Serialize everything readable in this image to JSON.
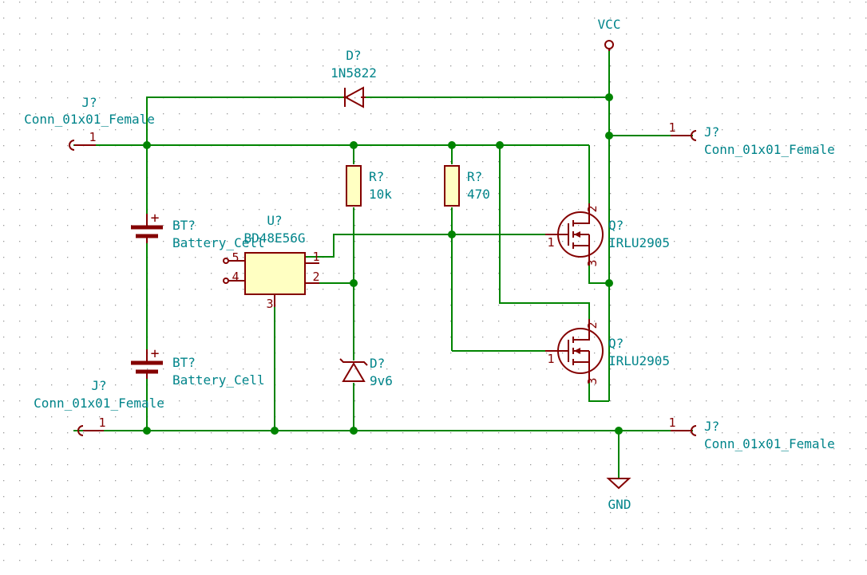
{
  "colors": {
    "background": "#ffffff",
    "grid": "#8a8a8a",
    "wire": "#008400",
    "symbol": "#840000",
    "symbol_fill": "#ffffc2",
    "text": "#00848a"
  },
  "power": {
    "vcc": "VCC",
    "gnd": "GND"
  },
  "connectors": {
    "j_left_top": {
      "ref": "J?",
      "value": "Conn_01x01_Female",
      "pin": "1"
    },
    "j_left_bottom": {
      "ref": "J?",
      "value": "Conn_01x01_Female",
      "pin": "1"
    },
    "j_right_top": {
      "ref": "J?",
      "value": "Conn_01x01_Female",
      "pin": "1"
    },
    "j_right_bottom": {
      "ref": "J?",
      "value": "Conn_01x01_Female",
      "pin": "1"
    }
  },
  "diode_top": {
    "ref": "D?",
    "value": "1N5822"
  },
  "zener": {
    "ref": "D?",
    "value": "9v6"
  },
  "resistor_1": {
    "ref": "R?",
    "value": "10k"
  },
  "resistor_2": {
    "ref": "R?",
    "value": "470"
  },
  "battery_top": {
    "ref": "BT?",
    "value": "Battery_Cell",
    "plus": "+"
  },
  "battery_bottom": {
    "ref": "BT?",
    "value": "Battery_Cell",
    "plus": "+"
  },
  "ic": {
    "ref": "U?",
    "value": "BD48E56G",
    "pins": [
      "5",
      "4",
      "1",
      "2",
      "3"
    ]
  },
  "mosfet_top": {
    "ref": "Q?",
    "value": "IRLU2905",
    "pins": [
      "1",
      "2",
      "3"
    ]
  },
  "mosfet_bottom": {
    "ref": "Q?",
    "value": "IRLU2905",
    "pins": [
      "1",
      "2",
      "3"
    ]
  }
}
